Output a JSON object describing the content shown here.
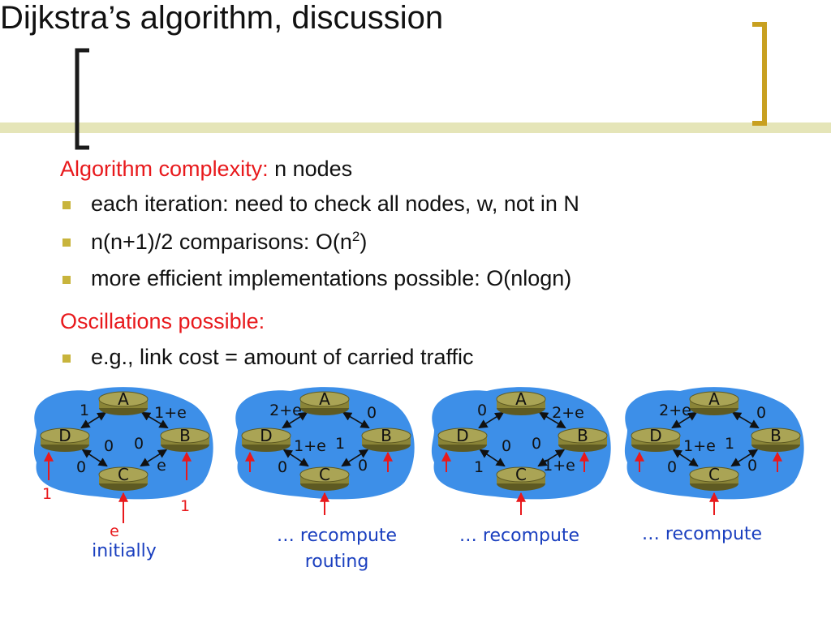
{
  "slide": {
    "title": "Dijkstra’s algorithm, discussion",
    "section1": {
      "heading": "Algorithm complexity:",
      "rest": " n nodes"
    },
    "bullets1": [
      "each iteration: need to check all nodes, w, not in N",
      "n(n+1)/2 comparisons: O(n",
      "more efficient implementations possible: O(nlogn)"
    ],
    "superscript": "2",
    "bullet2_close": ")",
    "section2": {
      "heading": "Oscillations possible:"
    },
    "bullets2": [
      "e.g., link cost = amount of carried traffic"
    ]
  },
  "colors": {
    "accent_red": "#e8191c",
    "bullet": "#c8b43c",
    "cloud": "#3d8fe8",
    "router": "#8a8437",
    "caption": "#1a3fbf"
  },
  "diagrams": [
    {
      "caption": [
        "initially"
      ],
      "node_labels": [
        "A",
        "B",
        "C",
        "D"
      ],
      "edge_labels": [
        "1",
        "1+e",
        "0",
        "0",
        "0",
        "e"
      ],
      "injection_labels": [
        "1",
        "1",
        "e"
      ]
    },
    {
      "caption": [
        "… recompute",
        "routing"
      ],
      "node_labels": [
        "A",
        "B",
        "C",
        "D"
      ],
      "edge_labels": [
        "2+e",
        "0",
        "1+e",
        "1",
        "0",
        "0"
      ]
    },
    {
      "caption": [
        "… recompute"
      ],
      "node_labels": [
        "A",
        "B",
        "C",
        "D"
      ],
      "edge_labels": [
        "0",
        "2+e",
        "0",
        "0",
        "1",
        "1+e"
      ]
    },
    {
      "caption": [
        "… recompute"
      ],
      "node_labels": [
        "A",
        "B",
        "C",
        "D"
      ],
      "edge_labels": [
        "2+e",
        "0",
        "1+e",
        "1",
        "0",
        "0"
      ]
    }
  ]
}
